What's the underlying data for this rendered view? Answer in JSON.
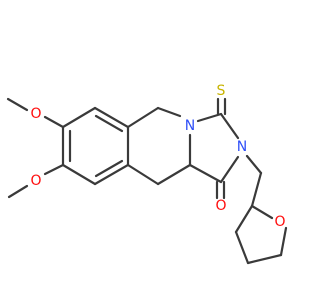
{
  "molecule": {
    "atoms": {
      "o_methoxy_top": {
        "label": "O",
        "color": "#ff0d0d"
      },
      "o_methoxy_bottom": {
        "label": "O",
        "color": "#ff0d0d"
      },
      "n_ring": {
        "label": "N",
        "color": "#3050f8"
      },
      "n_imide": {
        "label": "N",
        "color": "#3050f8"
      },
      "s_thione": {
        "label": "S",
        "color": "#c8b400"
      },
      "o_carbonyl": {
        "label": "O",
        "color": "#ff0d0d"
      },
      "o_thf": {
        "label": "O",
        "color": "#ff0d0d"
      }
    },
    "bond_color": "#3a3a3a",
    "background": "#ffffff"
  }
}
